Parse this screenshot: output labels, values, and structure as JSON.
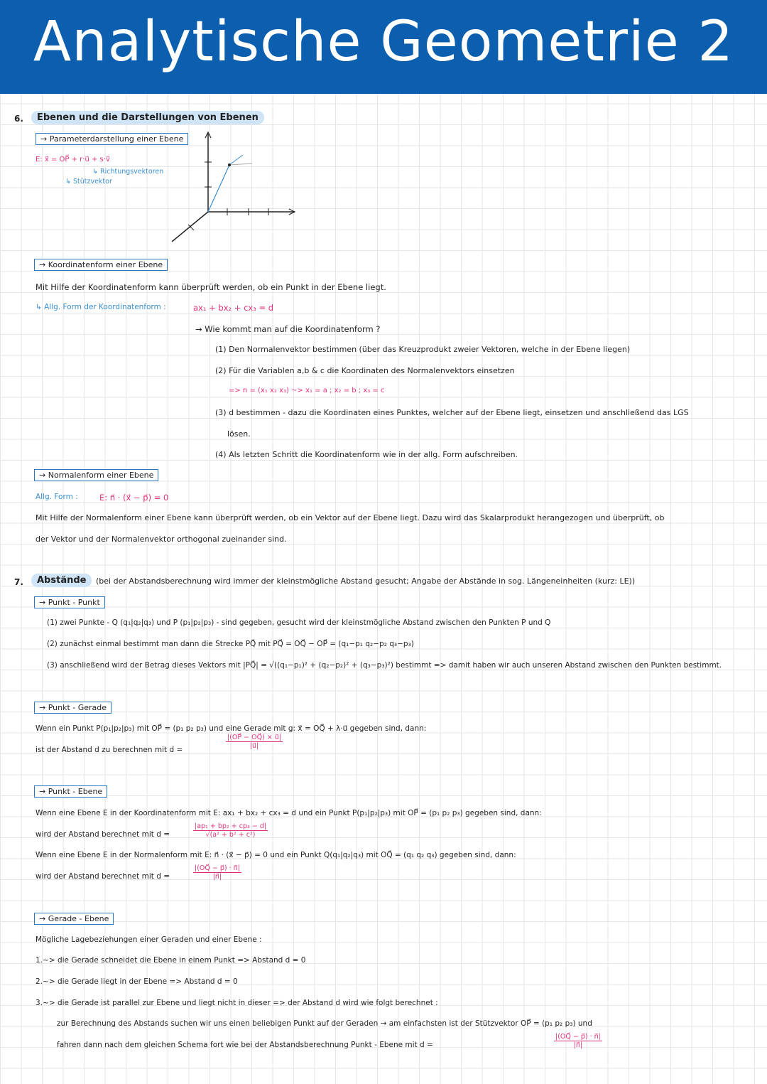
{
  "header": {
    "title": "Analytische Geometrie 2"
  },
  "s6": {
    "num": "6.",
    "title": "Ebenen und die Darstellungen von Ebenen",
    "param": {
      "label": "→ Parameterdarstellung einer Ebene",
      "formula": "E: x⃗ = OP⃗ + r·u⃗ + s·v⃗",
      "note1": "↳ Richtungsvektoren",
      "note2": "↳ Stützvektor"
    },
    "coord": {
      "label": "→ Koordinatenform einer Ebene",
      "intro": "Mit Hilfe der Koordinatenform kann überprüft werden, ob ein Punkt in der Ebene liegt.",
      "general_label": "↳ Allg. Form der Koordinatenform :",
      "general_formula": "ax₁ + bx₂ + cx₃ = d",
      "question": "→ Wie kommt man auf die Koordinatenform ?",
      "step1": "(1) Den Normalenvektor bestimmen (über das Kreuzprodukt zweier Vektoren, welche in der Ebene liegen)",
      "step2": "(2) Für die Variablen a,b & c die Koordinaten des Normalenvektors einsetzen",
      "step2b": "=> n = (x₁ x₂ x₃)   ~> x₁ = a ;  x₂ = b ;  x₃ = c",
      "step3": "(3) d bestimmen - dazu die Koordinaten eines Punktes, welcher auf der Ebene liegt, einsetzen und anschließend das LGS",
      "step3b": "lösen.",
      "step4": "(4) Als letzten Schritt die Koordinatenform wie in der allg. Form aufschreiben."
    },
    "normal": {
      "label": "→ Normalenform einer Ebene",
      "general_label": "Allg. Form :",
      "general_formula": "E: n⃗ · (x⃗ − p⃗) = 0",
      "text1": "Mit Hilfe der Normalenform einer Ebene kann überprüft werden, ob ein Vektor auf der Ebene liegt. Dazu wird das Skalarprodukt herangezogen und überprüft, ob",
      "text2": "der Vektor und der Normalenvektor orthogonal zueinander sind."
    }
  },
  "s7": {
    "num": "7.",
    "title": "Abstände",
    "note": "(bei der Abstandsberechnung wird immer der kleinstmögliche Abstand gesucht; Angabe der Abstände in sog. Längeneinheiten (kurz: LE))",
    "pp": {
      "label": "→ Punkt - Punkt",
      "l1": "(1) zwei Punkte - Q (q₁|q₂|q₃) und P (p₁|p₂|p₃) - sind gegeben, gesucht wird der kleinstmögliche Abstand zwischen den Punkten P und Q",
      "l2": "(2) zunächst einmal bestimmt man dann die Strecke PQ⃗ mit PQ⃗ = OQ⃗ − OP⃗ = (q₁−p₁ q₂−p₂ q₃−p₃)",
      "l3": "(3) anschließend wird der Betrag dieses Vektors mit |PQ⃗| = √((q₁−p₁)² + (q₂−p₂)² + (q₃−p₃)²) bestimmt => damit haben wir auch unseren Abstand zwischen den Punkten bestimmt."
    },
    "pg": {
      "label": "→ Punkt - Gerade",
      "l1": "Wenn ein Punkt P(p₁|p₂|p₃) mit OP⃗ = (p₁ p₂ p₃) und eine Gerade mit g: x⃗ = OQ⃗ + λ·u⃗ gegeben sind, dann:",
      "l2": "ist der Abstand d zu berechnen mit d =",
      "frac_num": "|(OP⃗ − OQ⃗) × u⃗|",
      "frac_den": "|u⃗|"
    },
    "pe": {
      "label": "→ Punkt - Ebene",
      "l1": "Wenn eine Ebene E in der Koordinatenform mit E: ax₁ + bx₂ + cx₃ = d und ein Punkt P(p₁|p₂|p₃) mit OP⃗ = (p₁ p₂ p₃) gegeben sind, dann:",
      "l2": "wird der Abstand berechnet mit d =",
      "frac1_num": "|ap₁ + bp₂ + cp₃ − d|",
      "frac1_den": "√(a² + b² + c²)",
      "l3": "Wenn eine Ebene E in der Normalenform mit E: n⃗ · (x⃗ − p⃗) = 0 und ein Punkt Q(q₁|q₂|q₃) mit OQ⃗ = (q₁ q₂ q₃) gegeben sind, dann:",
      "l4": "wird der Abstand berechnet mit d =",
      "frac2_num": "|(OQ⃗ − p⃗) · n⃗|",
      "frac2_den": "|n⃗|"
    },
    "ge": {
      "label": "→ Gerade - Ebene",
      "l1": "Mögliche Lagebeziehungen einer Geraden und einer Ebene :",
      "l2": "1.~> die Gerade schneidet die Ebene in einem Punkt => Abstand d = 0",
      "l3": "2.~> die Gerade liegt in der Ebene => Abstand d = 0",
      "l4": "3.~> die Gerade ist parallel zur Ebene und liegt nicht in dieser => der Abstand d wird wie folgt berechnet :",
      "l5": "zur Berechnung des Abstands suchen wir uns einen beliebigen Punkt auf der Geraden → am einfachsten ist der Stützvektor OP⃗ = (p₁ p₂ p₃) und",
      "l6": "fahren dann nach dem gleichen Schema fort wie bei der Abstandsberechnung Punkt - Ebene mit d =",
      "frac_num": "|(OQ⃗ − p⃗) · n⃗|",
      "frac_den": "|n⃗|"
    }
  },
  "colors": {
    "header": "#0b5fae",
    "accent_blue": "#3a8fd0",
    "accent_pink": "#e0307a",
    "section_bg": "#cfe4f6"
  }
}
